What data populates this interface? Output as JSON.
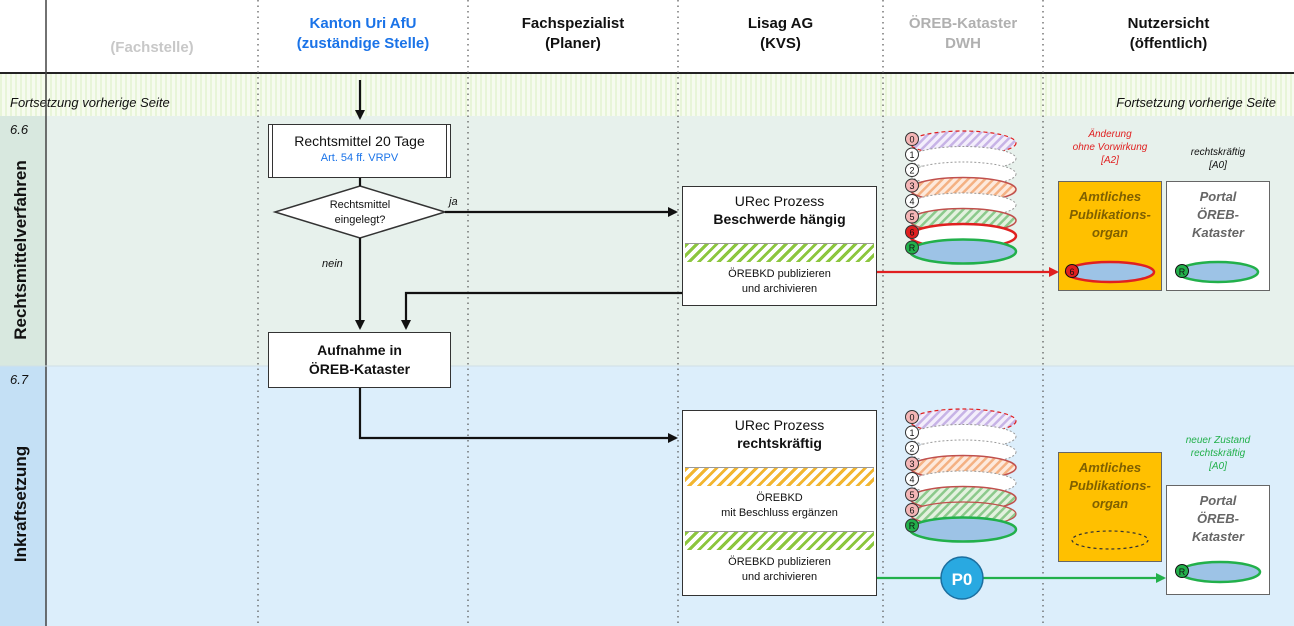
{
  "columns": {
    "c0": {
      "line1": "(Fachstelle)",
      "line2": ""
    },
    "c1": {
      "line1": "Kanton Uri AfU",
      "line2": "(zuständige Stelle)"
    },
    "c2": {
      "line1": "Fachspezialist",
      "line2": "(Planer)"
    },
    "c3": {
      "line1": "Lisag AG",
      "line2": "(KVS)"
    },
    "c4": {
      "line1": "ÖREB-Kataster",
      "line2": "DWH"
    },
    "c5": {
      "line1": "Nutzersicht",
      "line2": "(öffentlich)"
    }
  },
  "continuation": {
    "left": "Fortsetzung vorherige Seite",
    "right": "Fortsetzung vorherige Seite"
  },
  "lanes": [
    {
      "number": "6.6",
      "title": "Rechtsmittelverfahren"
    },
    {
      "number": "6.7",
      "title": "Inkraftsetzung"
    }
  ],
  "colors": {
    "green_band": "#e7f1ec",
    "blue_band": "#dceefb",
    "accent_blue": "#1a73e8",
    "orange": "#ffc000",
    "red": "#e02020",
    "green": "#22b04b",
    "p0": "#29a9e1"
  },
  "nodes": {
    "rechtsmittel": {
      "title": "Rechtsmittel 20 Tage",
      "sub": "Art. 54 ff. VRPV"
    },
    "decision": {
      "line1": "Rechtsmittel",
      "line2": "eingelegt?"
    },
    "edge_ja": "ja",
    "edge_nein": "nein",
    "aufnahme": {
      "line1": "Aufnahme in",
      "line2": "ÖREB-Kataster"
    },
    "urec1": {
      "line1": "URec Prozess",
      "line2": "Beschwerde hängig",
      "task": [
        "ÖREBKD publizieren",
        "und archivieren"
      ]
    },
    "urec2": {
      "line1": "URec Prozess",
      "line2": "rechtskräftig",
      "task1": [
        "ÖREBKD",
        "mit Beschluss ergänzen"
      ],
      "task2": [
        "ÖREBKD publizieren",
        "und archivieren"
      ]
    },
    "p0": "P0"
  },
  "stack_labels": [
    "0",
    "1",
    "2",
    "3",
    "4",
    "5",
    "6",
    "R"
  ],
  "user_view": {
    "lane1": {
      "status_red": [
        "Änderung",
        "ohne Vorwirkung",
        "[A2]"
      ],
      "status_black": [
        "rechtskräftig",
        "[A0]"
      ],
      "org": [
        "Amtliches",
        "Publikations-",
        "organ"
      ],
      "portal": [
        "Portal",
        "ÖREB-",
        "Kataster"
      ],
      "org_marker": "6",
      "portal_marker": "R"
    },
    "lane2": {
      "status_green": [
        "neuer Zustand",
        "rechtskräftig",
        "[A0]"
      ],
      "org": [
        "Amtliches",
        "Publikations-",
        "organ"
      ],
      "portal": [
        "Portal",
        "ÖREB-",
        "Kataster"
      ],
      "portal_marker": "R"
    }
  }
}
